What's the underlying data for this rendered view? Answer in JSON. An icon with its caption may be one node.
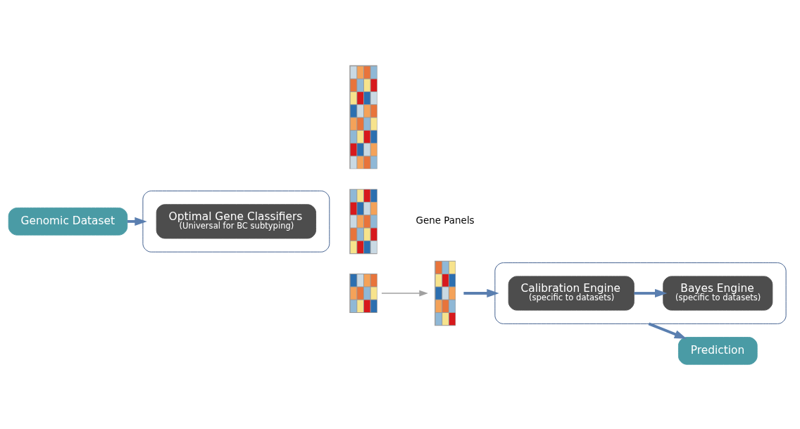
{
  "diagram": {
    "nodes": [
      {
        "text": [
          "Genomic Dataset"
        ]
      },
      {
        "text": [],
        "shape": "box"
      },
      {
        "text": [
          "Optimal Gene Classifiers",
          "(Universal for BC subtyping)"
        ],
        "in": 1
      },
      {
        "text": [],
        "shape": "picture"
      },
      {
        "text": [],
        "shape": "picture"
      },
      {
        "text": [],
        "shape": "picture"
      },
      {
        "text": [],
        "shape": "picture"
      },
      {
        "text": [],
        "shape": "box"
      },
      {
        "text": [
          "Calibration Engine",
          "(specific to datasets)"
        ],
        "in": 7
      },
      {
        "text": [
          "Bayes Engine",
          "(specific to datasets)"
        ],
        "in": 7
      },
      {
        "text": [
          "Prediction"
        ]
      }
    ],
    "edges": [
      {
        "from": 0,
        "to": 1,
        "arrow": "to"
      },
      {
        "from": 5,
        "to": 6,
        "arrow": "to",
        "color": "#a0a0a0"
      },
      {
        "from": 6,
        "to": 7,
        "arrow": "to"
      },
      {
        "from": 8,
        "to": 9,
        "arrow": "to"
      },
      {
        "from": 7,
        "to": 10,
        "arrow": "to"
      }
    ],
    "labels": [
      "Gene Panels"
    ]
  }
}
